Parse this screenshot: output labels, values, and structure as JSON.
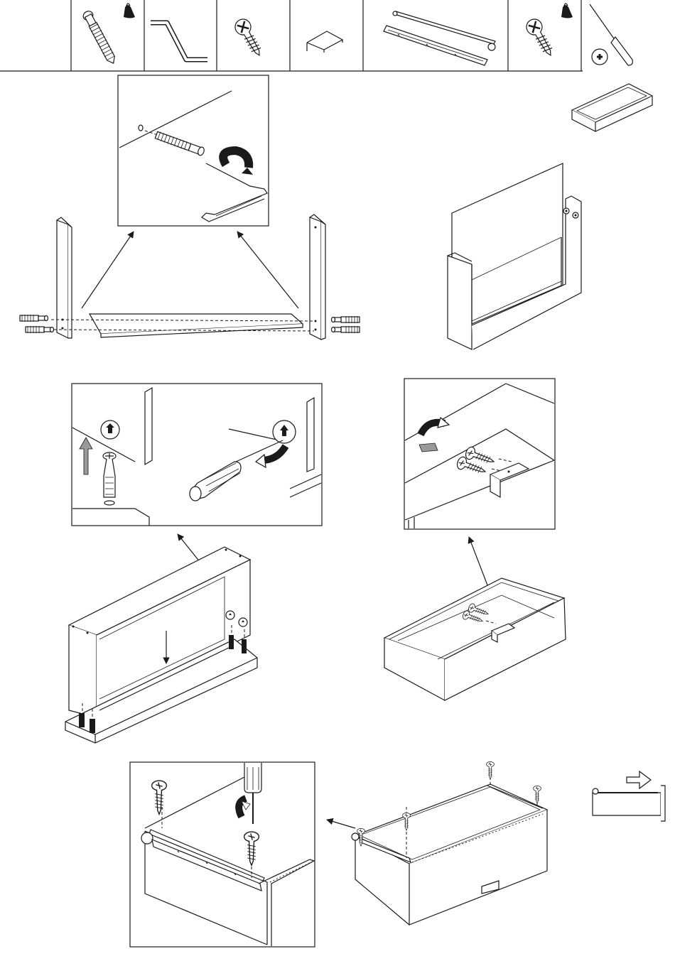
{
  "parts_header": {
    "cells": [
      {
        "id": "blank",
        "icon": ""
      },
      {
        "id": "confirmat-screw",
        "icon": "confirmat-screw-icon",
        "bag": true
      },
      {
        "id": "allen-key",
        "icon": "allen-key-icon",
        "bag": false
      },
      {
        "id": "wood-screw",
        "icon": "wood-screw-icon",
        "bag": false
      },
      {
        "id": "bracket",
        "icon": "bracket-icon",
        "bag": false
      },
      {
        "id": "drawer-rails",
        "icon": "drawer-rail-icon",
        "bag": false
      },
      {
        "id": "wood-screw-bag",
        "icon": "wood-screw-icon",
        "bag": true
      }
    ],
    "tool": "phillips-screwdriver-icon"
  },
  "steps": [
    {
      "id": "step-1",
      "name": "attach-bottom-panel-with-confirmat-screws"
    },
    {
      "id": "step-2",
      "name": "insert-back-panel"
    },
    {
      "id": "step-3",
      "name": "install-cam-dowels-and-lock"
    },
    {
      "id": "step-4",
      "name": "fix-front-bracket-with-screws"
    },
    {
      "id": "step-5",
      "name": "attach-drawer-runners"
    }
  ],
  "colors": {
    "line": "#1a1a1a",
    "background": "#ffffff",
    "fill_gray": "#9a9a9a"
  }
}
